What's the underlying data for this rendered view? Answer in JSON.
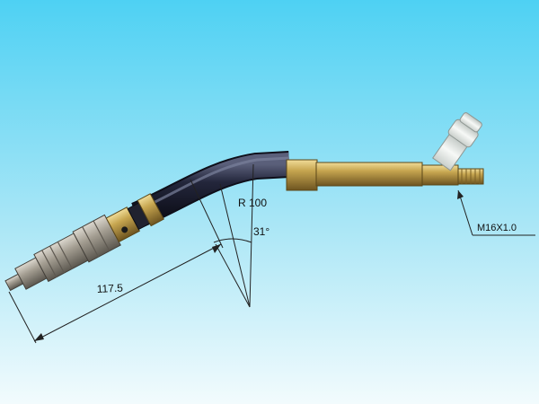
{
  "dimensions": {
    "length": "117.5",
    "radius": "R 100",
    "angle": "31°",
    "thread": "M16X1.0"
  },
  "colors": {
    "background_top": "#4fd2f2",
    "background_bottom": "#eef9fd",
    "hose": "#1d1f33",
    "brass": "#c2a24e",
    "steel": "#a8a196",
    "fitting": "#e4e8e4",
    "dimension_line": "#222222"
  }
}
